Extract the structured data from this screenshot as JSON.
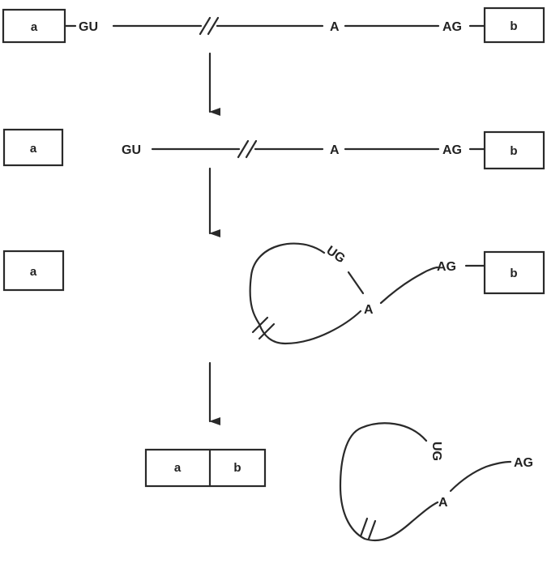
{
  "exons": {
    "a": "a",
    "b": "b"
  },
  "sites": {
    "donor": "GU",
    "donor_looped": "UG",
    "branch": "A",
    "acceptor": "AG"
  },
  "colors": {
    "ink": "#2a2a2a",
    "background": "#ffffff"
  }
}
